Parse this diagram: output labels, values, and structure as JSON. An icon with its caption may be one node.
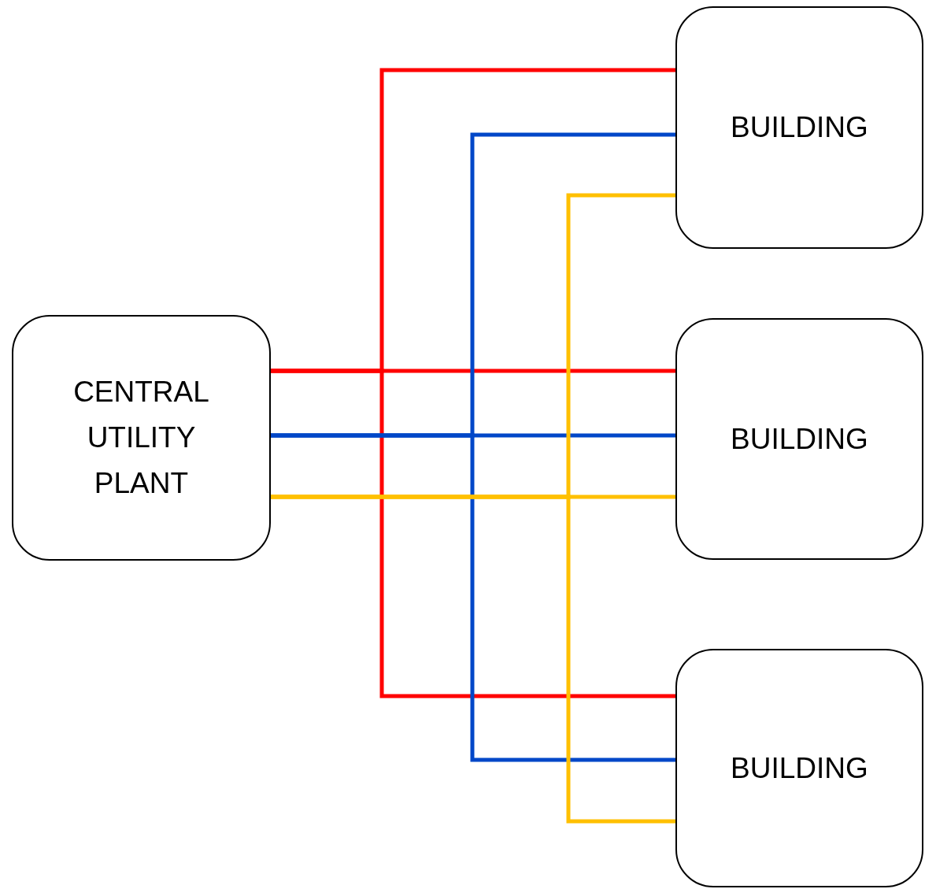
{
  "diagram": {
    "nodes": [
      {
        "text": [
          "CENTRAL UTILITY PLANT"
        ]
      },
      {
        "text": [
          "BUILDING"
        ]
      },
      {
        "text": [
          "BUILDING"
        ]
      },
      {
        "text": [
          "BUILDING"
        ]
      }
    ],
    "edges": [
      {
        "from": 0,
        "to": 1,
        "arrow": "none",
        "color": "#ff0000"
      },
      {
        "from": 0,
        "to": 2,
        "arrow": "none",
        "color": "#ff0000"
      },
      {
        "from": 0,
        "to": 3,
        "arrow": "none",
        "color": "#ff0000"
      },
      {
        "from": 0,
        "to": 1,
        "arrow": "none",
        "color": "#0047c8"
      },
      {
        "from": 0,
        "to": 2,
        "arrow": "none",
        "color": "#0047c8"
      },
      {
        "from": 0,
        "to": 3,
        "arrow": "none",
        "color": "#0047c8"
      },
      {
        "from": 0,
        "to": 1,
        "arrow": "none",
        "color": "#ffc000"
      },
      {
        "from": 0,
        "to": 2,
        "arrow": "none",
        "color": "#ffc000"
      },
      {
        "from": 0,
        "to": 3,
        "arrow": "none",
        "color": "#ffc000"
      }
    ]
  }
}
